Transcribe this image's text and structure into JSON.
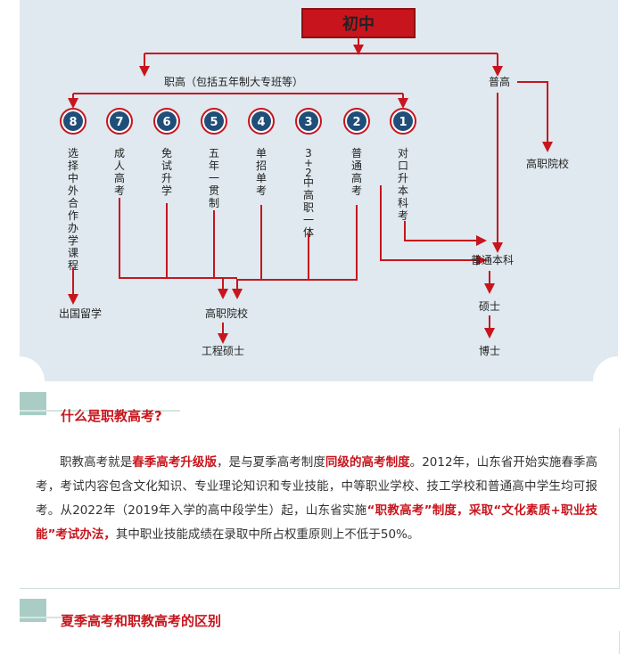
{
  "diagram": {
    "top_label": "初中",
    "vocational_label": "职高（包括五年制大专班等）",
    "general_label": "普高",
    "tracks": [
      {
        "number": "8",
        "label": "选择中外合作办学课程"
      },
      {
        "number": "7",
        "label": "成人高考"
      },
      {
        "number": "6",
        "label": "免试升学"
      },
      {
        "number": "5",
        "label": "五年一贯制"
      },
      {
        "number": "4",
        "label": "单招单考"
      },
      {
        "number": "3",
        "label": "3+2中高职一体"
      },
      {
        "number": "2",
        "label": "普通高考"
      },
      {
        "number": "1",
        "label": "对口升本科考"
      }
    ],
    "study_abroad": "出国留学",
    "vocational_college": "高职院校",
    "engineering_master": "工程硕士",
    "general_undergrad": "普通本科",
    "master": "硕士",
    "doctor": "博士",
    "general_vocational_college": "高职院校"
  },
  "section1": {
    "title": "什么是职教高考?",
    "p1": "职教高考就是",
    "h1": "春季高考升级版",
    "p2": "，是与夏季高考制度",
    "h2": "同级的高考制度",
    "p3": "。2012年，山东省开始实施春季高考，考试内容包含文化知识、专业理论知识和专业技能，中等职业学校、技工学校和普通高中学生均可报考。从2022年（2019年入学的高中段学生）起，山东省实施",
    "h3": "“职教高考”制度，采取“文化素质+职业技能”考试办法，",
    "p4": "其中职业技能成绩在录取中所占权重原则上不低于50%。"
  },
  "section2": {
    "title": "夏季高考和职教高考的区别"
  },
  "colors": {
    "accent_red": "#c8151d",
    "panel_bg": "#dfe9ef",
    "circle_blue": "#1f4e79",
    "teal": "#a9cdc4"
  }
}
